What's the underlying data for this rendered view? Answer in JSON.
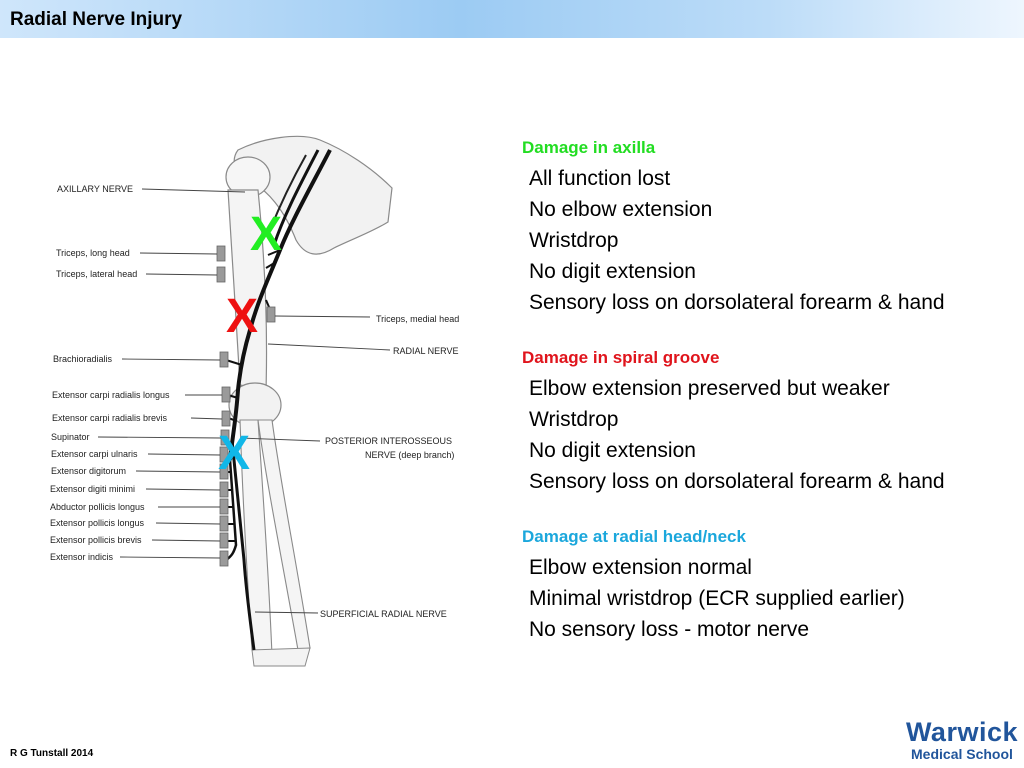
{
  "slide": {
    "title": "Radial Nerve Injury",
    "credit": "R G Tunstall 2014"
  },
  "figure": {
    "left_labels": [
      "AXILLARY NERVE",
      "Triceps, long head",
      "Triceps, lateral head",
      "Brachioradialis",
      "Extensor carpi radialis longus",
      "Extensor carpi radialis brevis",
      "Supinator",
      "Extensor carpi ulnaris",
      "Extensor digitorum",
      "Extensor digiti minimi",
      "Abductor pollicis longus",
      "Extensor pollicis longus",
      "Extensor pollicis brevis",
      "Extensor indicis"
    ],
    "right_labels": [
      "Triceps, medial head",
      "RADIAL NERVE",
      "POSTERIOR INTEROSSEOUS",
      "NERVE (deep branch)",
      "SUPERFICIAL RADIAL NERVE"
    ],
    "markers": [
      {
        "text": "X",
        "color": "#22ee22"
      },
      {
        "text": "X",
        "color": "#ee1111"
      },
      {
        "text": "X",
        "color": "#11b7e8"
      }
    ]
  },
  "sections": [
    {
      "heading": "Damage in axilla",
      "color": "#22dd22",
      "lines": [
        "All function lost",
        "No elbow extension",
        "Wristdrop",
        "No digit extension",
        "Sensory loss on dorsolateral forearm & hand"
      ]
    },
    {
      "heading": "Damage in spiral groove",
      "color": "#e0141c",
      "lines": [
        "Elbow extension preserved but weaker",
        "Wristdrop",
        "No digit extension",
        "Sensory loss on dorsolateral forearm & hand"
      ]
    },
    {
      "heading": "Damage at radial head/neck",
      "color": "#1ba7dc",
      "lines": [
        "Elbow extension normal",
        "Minimal wristdrop (ECR supplied earlier)",
        "No sensory loss - motor nerve"
      ]
    }
  ],
  "logo": {
    "main": "Warwick",
    "sub": "Medical School"
  }
}
